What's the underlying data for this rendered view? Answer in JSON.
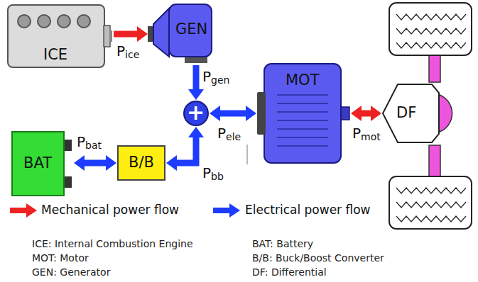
{
  "diagram": {
    "nodes": [
      {
        "text": [
          "ICE"
        ]
      },
      {
        "text": [
          "GEN"
        ]
      },
      {
        "text": [
          "+"
        ]
      },
      {
        "text": [
          "MOT"
        ]
      },
      {
        "text": [
          "DF"
        ]
      },
      {
        "text": [
          "BAT"
        ]
      },
      {
        "text": [
          "B/B"
        ]
      }
    ],
    "edges": [
      {
        "from": 0,
        "to": 1,
        "arrow": "to",
        "label": "Pice"
      },
      {
        "from": 1,
        "to": 2,
        "arrow": "to",
        "label": "Pgen"
      },
      {
        "from": 2,
        "to": 3,
        "arrow": "both",
        "label": "Pele"
      },
      {
        "from": 3,
        "to": 4,
        "arrow": "both",
        "label": "Pmot"
      },
      {
        "from": 5,
        "to": 6,
        "arrow": "both",
        "label": "Pbat"
      },
      {
        "from": 6,
        "to": 2,
        "arrow": "both",
        "label": "Pbb"
      }
    ],
    "labels": [
      "ICE: Internal Combustion Engine",
      "BAT: Battery",
      "MOT: Motor",
      "B/B: Buck/Boost Converter",
      "GEN: Generator",
      "DF: Differential"
    ],
    "legend": [
      {
        "text": "Mechanical power flow"
      },
      {
        "text": "Electrical power flow"
      }
    ]
  }
}
